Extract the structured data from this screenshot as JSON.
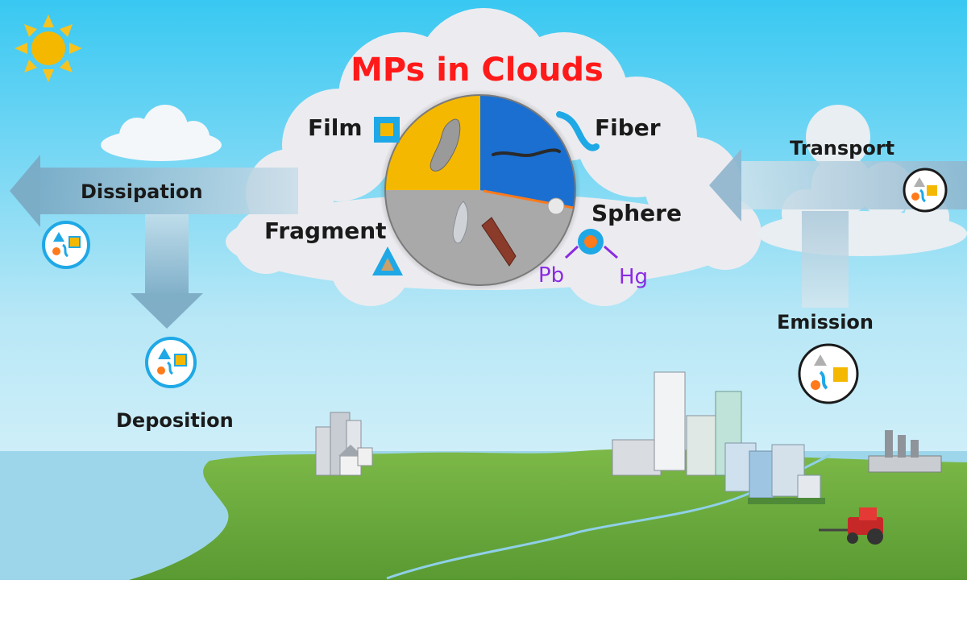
{
  "title": "MPs in Clouds",
  "pie": {
    "types": [
      {
        "name": "Film",
        "color": "#f5b800"
      },
      {
        "name": "Fiber",
        "color": "#1a6fd1"
      },
      {
        "name": "Fragment",
        "color": "#a9a9a9"
      },
      {
        "name": "Sphere",
        "color": "#ff7a1a"
      }
    ]
  },
  "labels": {
    "film": "Film",
    "fiber": "Fiber",
    "fragment": "Fragment",
    "sphere": "Sphere",
    "pb": "Pb",
    "hg": "Hg",
    "dissipation": "Dissipation",
    "deposition": "Deposition",
    "transport": "Transport",
    "emission": "Emission"
  },
  "colors": {
    "title": "#ff1a1a",
    "metal_label": "#8a2be2",
    "icon_blue": "#1fa8e6",
    "icon_orange": "#ff7a1a",
    "icon_yellow": "#f5b800",
    "ground": "#6aaa3a",
    "sea": "#8fd0e8"
  }
}
